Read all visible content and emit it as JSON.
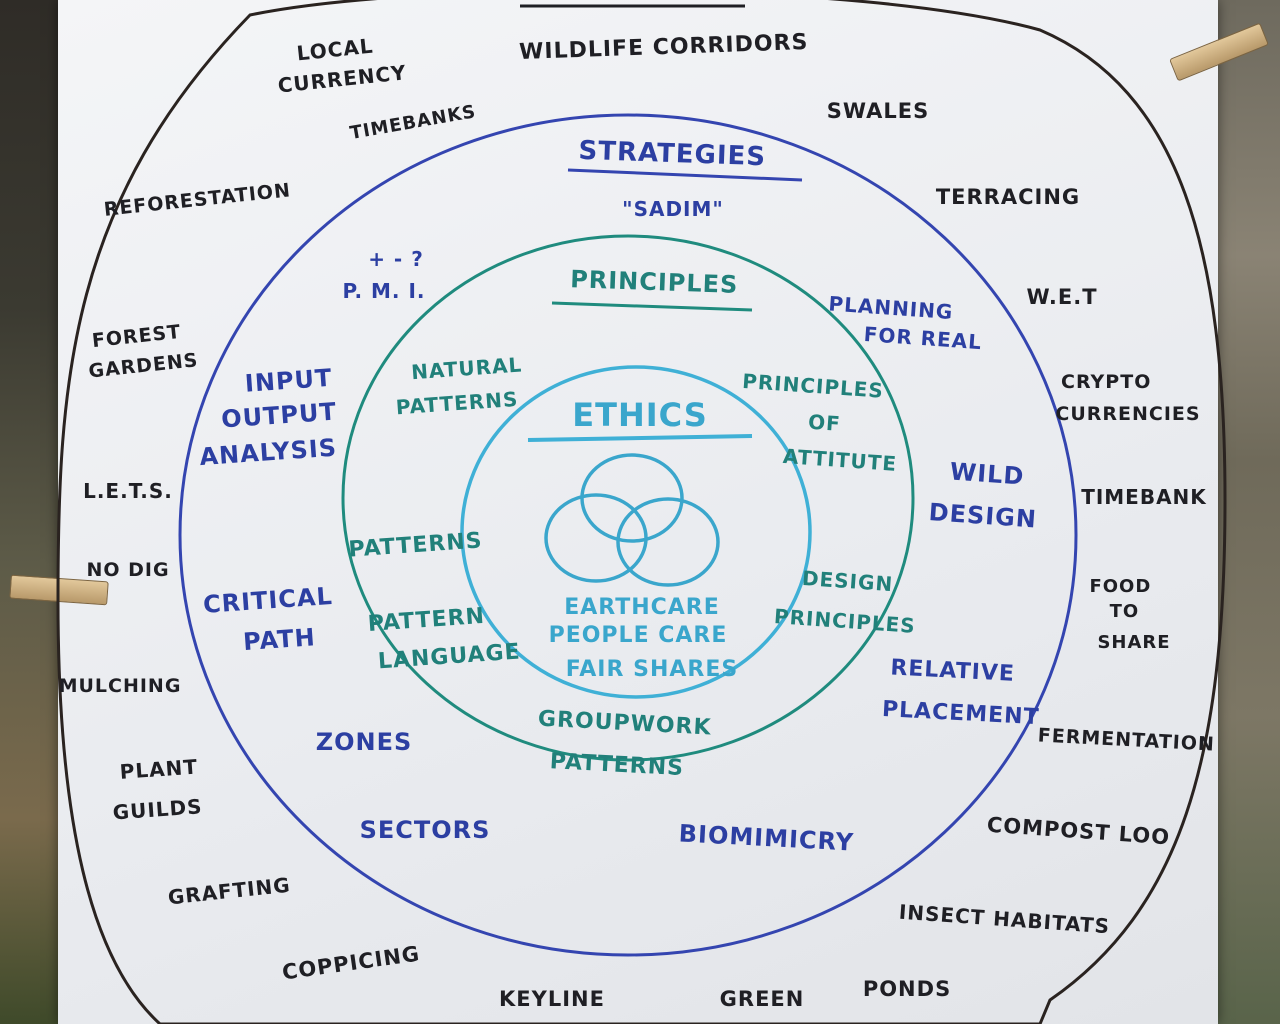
{
  "colors": {
    "outer_ring": "#2a2320",
    "strategies_ring": "#3445b0",
    "principles_ring": "#1f8b7e",
    "ethics_ring": "#3fb0d6",
    "black_ink": "#1f1f24",
    "blue_ink": "#2c3fa2",
    "teal_ink": "#21807a",
    "cyan_ink": "#3aa6cc"
  },
  "outer_items": [
    {
      "lines": [
        "LOCAL",
        "CURRENCY"
      ]
    },
    {
      "lines": [
        "WILDLIFE CORRIDORS"
      ]
    },
    {
      "lines": [
        "TIMEBANKS"
      ]
    },
    {
      "lines": [
        "SWALES"
      ]
    },
    {
      "lines": [
        "REFORESTATION"
      ]
    },
    {
      "lines": [
        "TERRACING"
      ]
    },
    {
      "lines": [
        "W.E.T"
      ]
    },
    {
      "lines": [
        "FOREST",
        "GARDENS"
      ]
    },
    {
      "lines": [
        "CRYPTO",
        "CURRENCIES"
      ]
    },
    {
      "lines": [
        "L.E.T.S."
      ]
    },
    {
      "lines": [
        "TIMEBANK"
      ]
    },
    {
      "lines": [
        "NO DIG"
      ]
    },
    {
      "lines": [
        "FOOD",
        "TO",
        "SHARE"
      ]
    },
    {
      "lines": [
        "MULCHING"
      ]
    },
    {
      "lines": [
        "FERMENTATION"
      ]
    },
    {
      "lines": [
        "PLANT",
        "GUILDS"
      ]
    },
    {
      "lines": [
        "COMPOST LOO"
      ]
    },
    {
      "lines": [
        "GRAFTING"
      ]
    },
    {
      "lines": [
        "INSECT HABITATS"
      ]
    },
    {
      "lines": [
        "COPPICING"
      ]
    },
    {
      "lines": [
        "KEYLINE"
      ]
    },
    {
      "lines": [
        "GREEN"
      ]
    },
    {
      "lines": [
        "PONDS"
      ]
    }
  ],
  "strategies": {
    "heading": "STRATEGIES",
    "items": [
      {
        "lines": [
          "\"SADIM\""
        ]
      },
      {
        "lines": [
          "+ - ?"
        ]
      },
      {
        "lines": [
          "P. M. I."
        ]
      },
      {
        "lines": [
          "PLANNING",
          "FOR REAL"
        ]
      },
      {
        "lines": [
          "INPUT",
          "OUTPUT",
          "ANALYSIS"
        ]
      },
      {
        "lines": [
          "WILD",
          "DESIGN"
        ]
      },
      {
        "lines": [
          "CRITICAL",
          "PATH"
        ]
      },
      {
        "lines": [
          "RELATIVE",
          "PLACEMENT"
        ]
      },
      {
        "lines": [
          "ZONES"
        ]
      },
      {
        "lines": [
          "SECTORS"
        ]
      },
      {
        "lines": [
          "BIOMIMICRY"
        ]
      }
    ]
  },
  "principles": {
    "heading": "PRINCIPLES",
    "items": [
      {
        "lines": [
          "NATURAL",
          "PATTERNS"
        ]
      },
      {
        "lines": [
          "PRINCIPLES",
          "OF",
          "ATTITUTE"
        ]
      },
      {
        "lines": [
          "PATTERNS"
        ]
      },
      {
        "lines": [
          "DESIGN",
          "PRINCIPLES"
        ]
      },
      {
        "lines": [
          "PATTERN",
          "LANGUAGE"
        ]
      },
      {
        "lines": [
          "GROUPWORK",
          "PATTERNS"
        ]
      }
    ]
  },
  "ethics": {
    "heading": "ETHICS",
    "items": [
      {
        "lines": [
          "EARTHCARE"
        ]
      },
      {
        "lines": [
          "PEOPLE CARE"
        ]
      },
      {
        "lines": [
          "FAIR SHARES"
        ]
      }
    ]
  }
}
